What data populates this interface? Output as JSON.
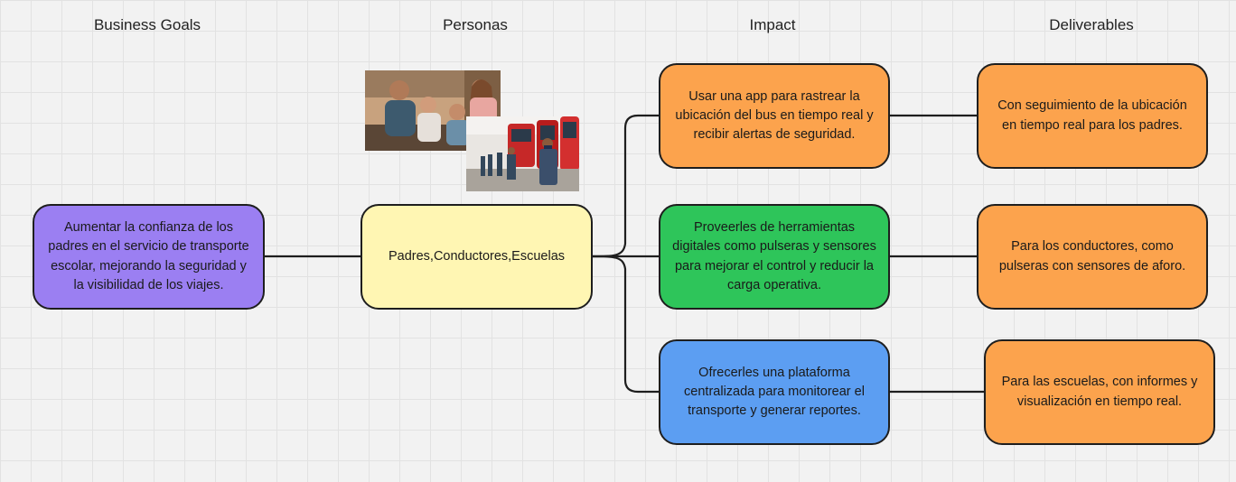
{
  "columns": {
    "business_goals": "Business Goals",
    "personas": "Personas",
    "impact": "Impact",
    "deliverables": "Deliverables"
  },
  "business_goal": {
    "text": "Aumentar la confianza de los padres en el servicio de transporte escolar, mejorando la seguridad y la visibilidad de los viajes.",
    "color": "#9b7ff2"
  },
  "persona": {
    "text": "Padres,Conductores,Escuelas",
    "color": "#fff6b3"
  },
  "impacts": [
    {
      "text": "Usar una app para rastrear la ubicación del bus en tiempo real y recibir alertas de seguridad.",
      "color": "#fca34d"
    },
    {
      "text": "Proveerles de herramientas digitales como pulseras y sensores para mejorar el control y reducir la carga operativa.",
      "color": "#2ec55a"
    },
    {
      "text": "Ofrecerles una plataforma centralizada para monitorear el transporte y generar reportes.",
      "color": "#5c9ef2"
    }
  ],
  "deliverables": [
    {
      "text": "Con seguimiento de la ubicación en tiempo real para los padres.",
      "color": "#fca34d"
    },
    {
      "text": "Para los conductores, como pulseras con sensores de aforo.",
      "color": "#fca34d"
    },
    {
      "text": "Para las escuelas, con informes y visualización en tiempo real.",
      "color": "#fca34d"
    }
  ],
  "images": {
    "family_photo": "family-photo",
    "bus_drivers_photo": "bus-drivers-photo"
  }
}
